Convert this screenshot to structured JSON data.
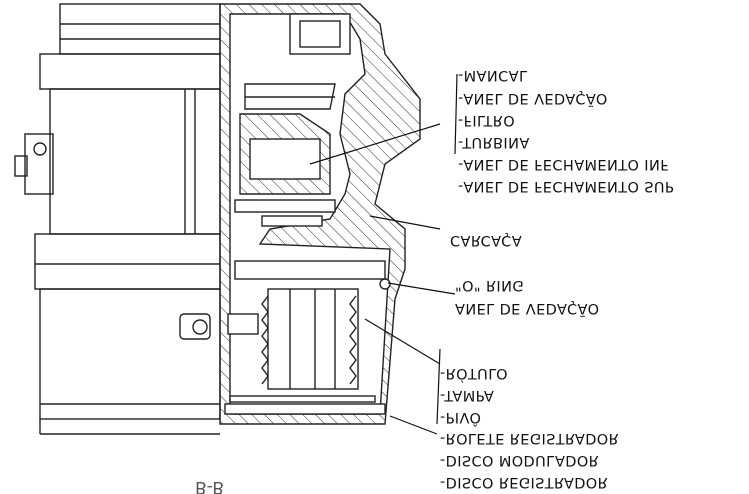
{
  "labels": {
    "mancal": "-MANCAL",
    "anel_vedacao_top": "-ANEL DE VEDAÇÃO",
    "filtro": "-FILTRO",
    "turbina": "-TURBINA",
    "anel_fechamento_inf": "-ANEL DE FECHAMENTO INF",
    "anel_fechamento_sup": "-ANEL DE FECHAMENTO SUP",
    "carcaca": "CARCAÇA",
    "o_ring": "\"O\" RING",
    "anel_vedacao_mid": "ANEL DE VEDAÇÃO",
    "rotulo": "-RÓTULO",
    "tampa": "-TAMPA",
    "pivo": "-PIVÔ",
    "rolete_registrador": "-ROLETE REGISTRADOR",
    "disco_modulador": "-DISCO MODULADOR",
    "disco_registrador": "-DISCO REGISTRADOR",
    "section": "B-B"
  }
}
